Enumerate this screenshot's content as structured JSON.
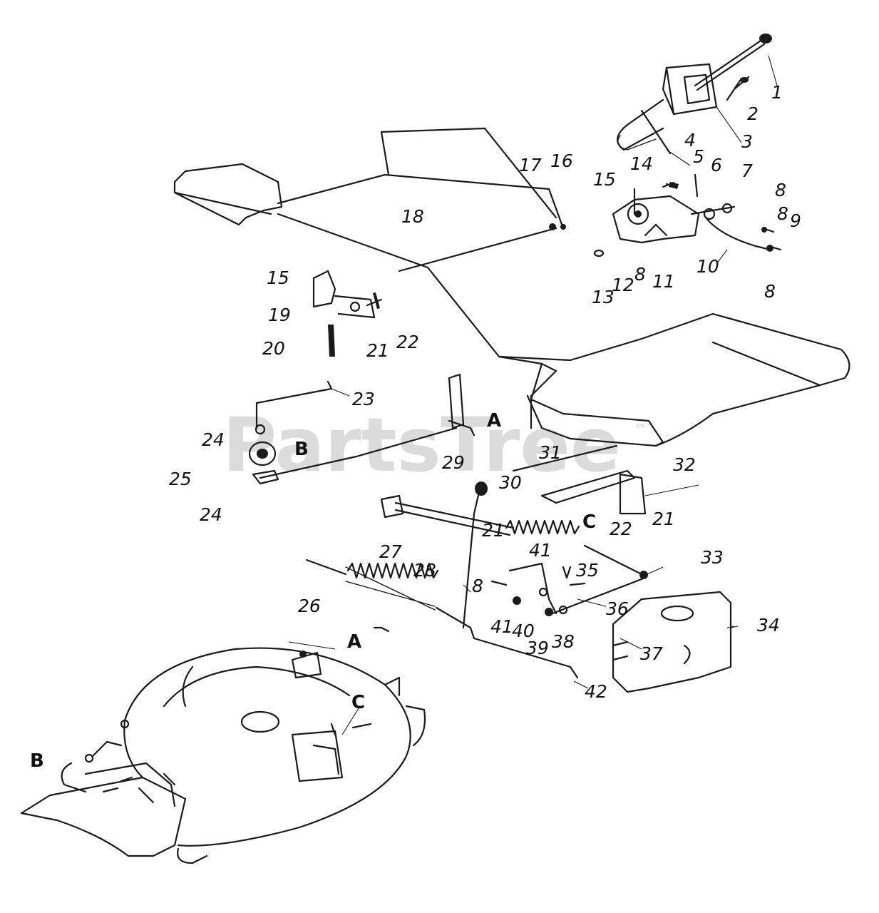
{
  "watermark": {
    "text": "PartsTree",
    "trademark": "™"
  },
  "colors": {
    "ink": "#1a1a1a",
    "watermark": "#cfcfcf",
    "background": "#ffffff"
  },
  "callouts": [
    "1",
    "2",
    "3",
    "4",
    "5",
    "6",
    "7",
    "8",
    "9",
    "8",
    "8",
    "10",
    "11",
    "8",
    "12",
    "13",
    "14",
    "15",
    "16",
    "17",
    "18",
    "15",
    "19",
    "20",
    "21",
    "22",
    "23",
    "24",
    "25",
    "24",
    "29",
    "30",
    "31",
    "32",
    "21",
    "22",
    "21",
    "27",
    "28",
    "41",
    "35",
    "33",
    "8",
    "26",
    "41",
    "40",
    "39",
    "38",
    "36",
    "37",
    "34",
    "42"
  ],
  "reference_letters": [
    "A",
    "B",
    "C",
    "A",
    "C",
    "B"
  ]
}
